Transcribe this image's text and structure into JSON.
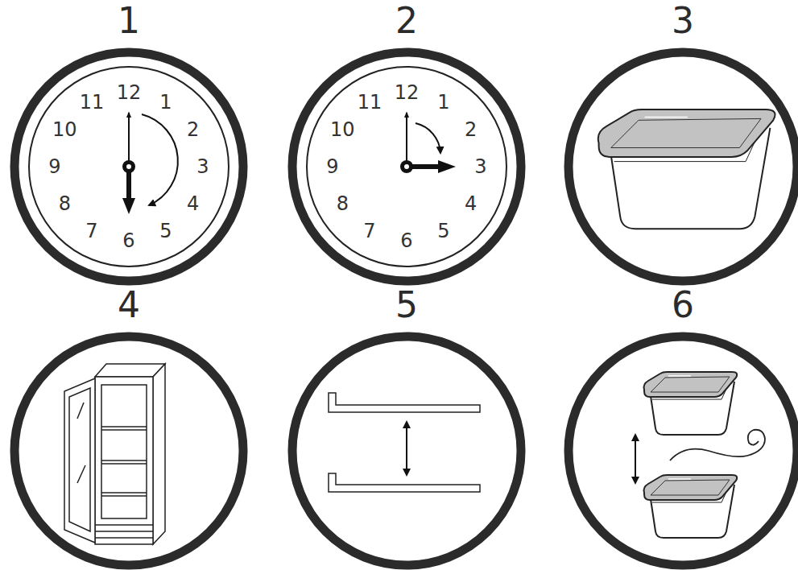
{
  "diagram": {
    "nodes": [
      {
        "text": [
          "1"
        ]
      },
      {
        "text": [
          "2"
        ]
      },
      {
        "text": [
          "3"
        ]
      },
      {
        "text": [
          "4"
        ]
      },
      {
        "text": [
          "5"
        ]
      },
      {
        "text": [
          "6"
        ]
      }
    ],
    "labels": [
      "12",
      "1",
      "2",
      "3",
      "4",
      "5",
      "6",
      "7",
      "8",
      "9",
      "10",
      "11",
      "12",
      "1",
      "2",
      "3",
      "4",
      "5",
      "6",
      "7",
      "8",
      "9",
      "10",
      "11"
    ]
  }
}
